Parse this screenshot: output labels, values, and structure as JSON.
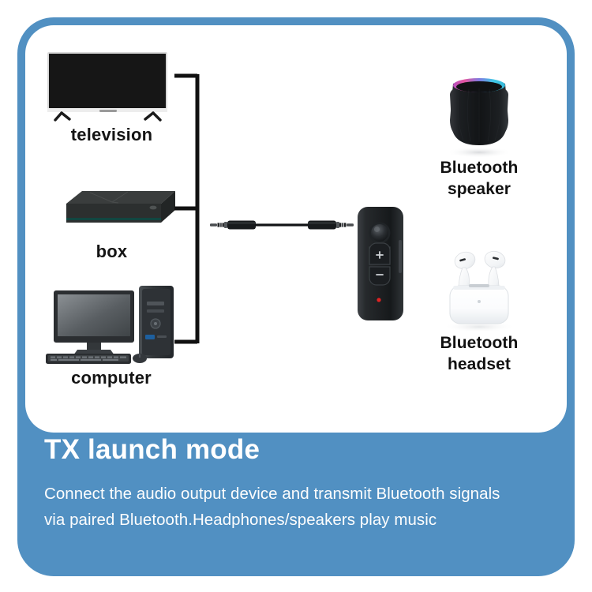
{
  "theme": {
    "frame_blue": "#5190c2",
    "card_white": "#ffffff",
    "label_black": "#141414",
    "led_red": "#e02323",
    "speaker_ring_pink": "#e457b4",
    "speaker_ring_cyan": "#3fd0e0"
  },
  "diagram": {
    "sources": [
      {
        "id": "television",
        "label": "television",
        "icon": "television-icon"
      },
      {
        "id": "box",
        "label": "box",
        "icon": "set-top-box-icon"
      },
      {
        "id": "computer",
        "label": "computer",
        "icon": "desktop-computer-icon"
      }
    ],
    "connector": {
      "name": "aux-cable",
      "icon": "aux-3-5mm-cable-icon"
    },
    "device": {
      "name": "bluetooth-transmitter",
      "icon": "bluetooth-transmitter-icon",
      "buttons": {
        "multifunction": "multifunction-button",
        "volume_up": "+",
        "volume_down": "–"
      },
      "indicator": "led-indicator"
    },
    "destinations": [
      {
        "id": "bluetooth-speaker",
        "label_line1": "Bluetooth",
        "label_line2": "speaker",
        "icon": "bluetooth-speaker-icon"
      },
      {
        "id": "bluetooth-headset",
        "label_line1": "Bluetooth",
        "label_line2": "headset",
        "icon": "bluetooth-earbuds-icon"
      }
    ]
  },
  "panel": {
    "title": "TX launch mode",
    "description": "Connect the audio output device and transmit Bluetooth signals via paired Bluetooth.Headphones/speakers play music"
  }
}
